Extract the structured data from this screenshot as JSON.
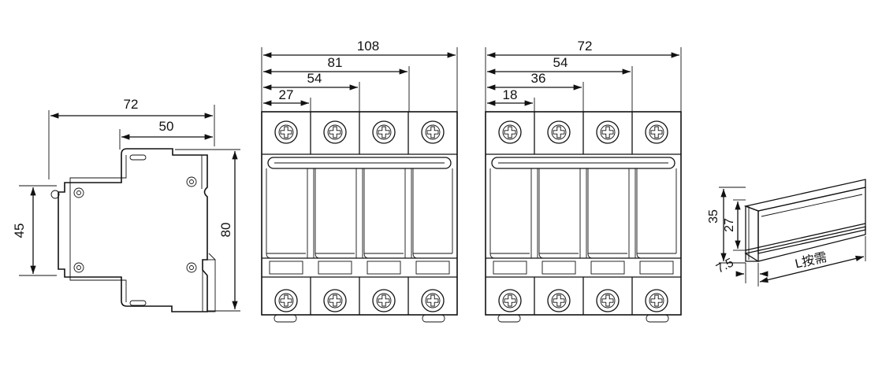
{
  "side_view": {
    "width_label": "72",
    "rail_label": "50",
    "height_label": "80",
    "mount_label": "45"
  },
  "four_pole": {
    "overall_label": "108",
    "dims": [
      "81",
      "54",
      "27"
    ]
  },
  "compact_four_pole": {
    "overall_label": "72",
    "dims": [
      "54",
      "36",
      "18"
    ]
  },
  "din_rail": {
    "height_label": "35",
    "inner_label": "27",
    "flange_label": "7.5",
    "length_label": "L按需"
  },
  "colors": {
    "line": "#111111",
    "background": "#ffffff"
  }
}
